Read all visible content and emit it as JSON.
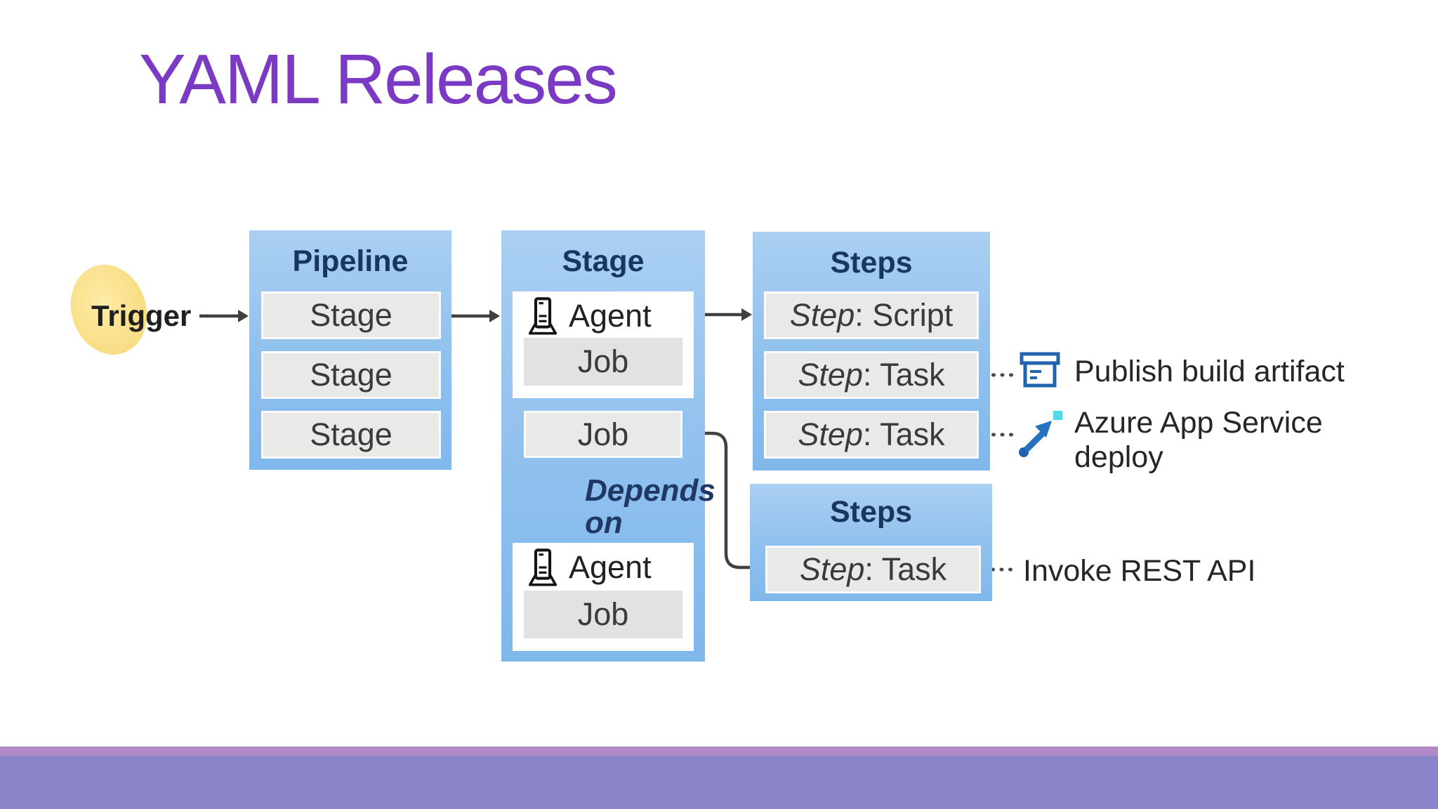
{
  "title": "YAML Releases",
  "trigger": {
    "label": "Trigger"
  },
  "pipeline": {
    "header": "Pipeline",
    "items": [
      "Stage",
      "Stage",
      "Stage"
    ]
  },
  "stage": {
    "header": "Stage",
    "agent_label": "Agent",
    "job_label": "Job",
    "depends_on": {
      "line1": "Depends",
      "line2": "on"
    }
  },
  "steps_primary": {
    "header": "Steps",
    "items": [
      {
        "prefix": "Step",
        "rest": ": Script"
      },
      {
        "prefix": "Step",
        "rest": ": Task"
      },
      {
        "prefix": "Step",
        "rest": ": Task"
      }
    ]
  },
  "steps_secondary": {
    "header": "Steps",
    "items": [
      {
        "prefix": "Step",
        "rest": ": Task"
      }
    ]
  },
  "annotations": {
    "publish_build_artifact": {
      "icon": "archive-box-icon",
      "label": "Publish build artifact"
    },
    "azure_app_service_deploy": {
      "icon": "deploy-arrow-icon",
      "label_line1": "Azure App Service",
      "label_line2": "deploy"
    },
    "invoke_rest_api": {
      "label": "Invoke REST API"
    }
  },
  "colors": {
    "title_purple": "#7B3AC4",
    "box_blue_top": "#AACFF2",
    "box_blue_bottom": "#7FB8EC",
    "box_header_text": "#17375E",
    "item_bg": "#E9E9E7",
    "item_text": "#3A3A3A",
    "highlight_yellow": "#F8DC82",
    "depends_text": "#1F3864",
    "icon_blue": "#2163AC",
    "icon_cyan": "#4FD9E9",
    "connector_gray": "#404040",
    "footer_strip": "#B288C6",
    "footer_bar": "#8A84CA"
  }
}
